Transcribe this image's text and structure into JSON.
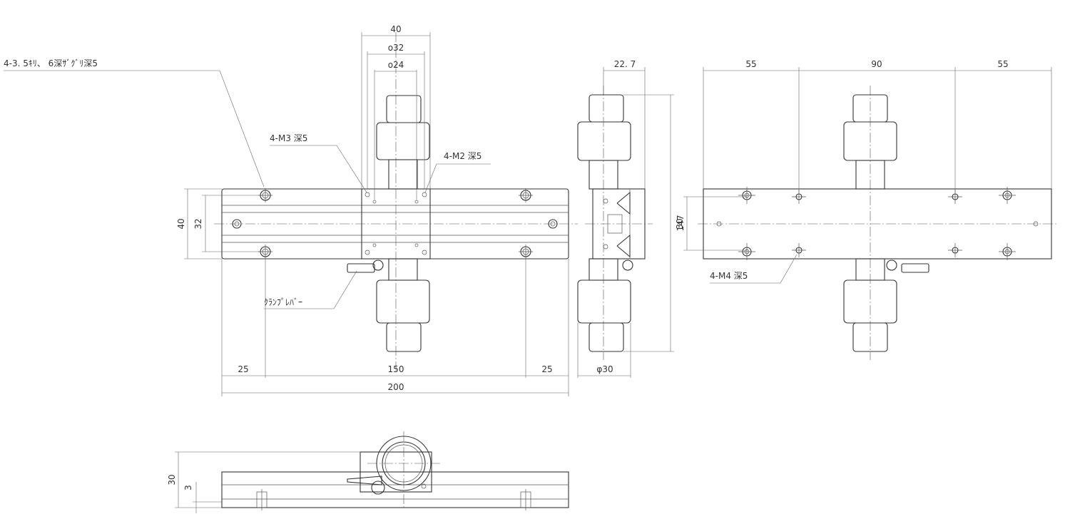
{
  "colors": {
    "line": "#333333",
    "dimension": "#666666",
    "background": "#ffffff"
  },
  "callouts": {
    "counterbore_holes": "4-3. 5ｷﾘ、 6深ｻﾞｸﾞﾘ深5",
    "m3_holes": "4-M3 深5",
    "m2_holes": "4-M2 深5",
    "m4_holes": "4-M4 深5",
    "clamp_lever": "ｸﾗﾝﾌﾟﾚﾊﾞｰ"
  },
  "dimensions": {
    "top_width": "40",
    "top_o32": "o32",
    "top_o24": "o24",
    "height_40": "40",
    "height_32": "32",
    "bottom_25_left": "25",
    "bottom_150": "150",
    "bottom_25_right": "25",
    "overall_200": "200",
    "side_22_7": "22. 7",
    "side_147": "147",
    "side_phi30": "φ30",
    "right_55_left": "55",
    "right_90": "90",
    "right_55_right": "55",
    "right_30": "30",
    "bottom_view_30": "30",
    "bottom_view_3": "3"
  }
}
